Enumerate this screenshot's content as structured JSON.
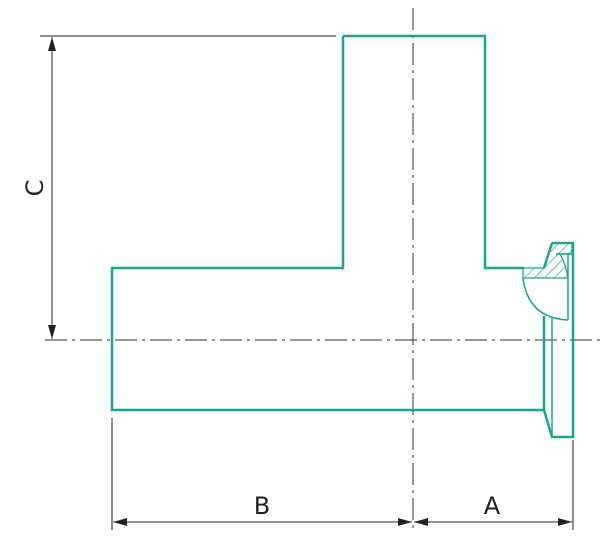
{
  "dimensions": {
    "a_label": "A",
    "b_label": "B",
    "c_label": "C"
  },
  "colors": {
    "part": "#1aa58f",
    "dimension": "#222222"
  }
}
